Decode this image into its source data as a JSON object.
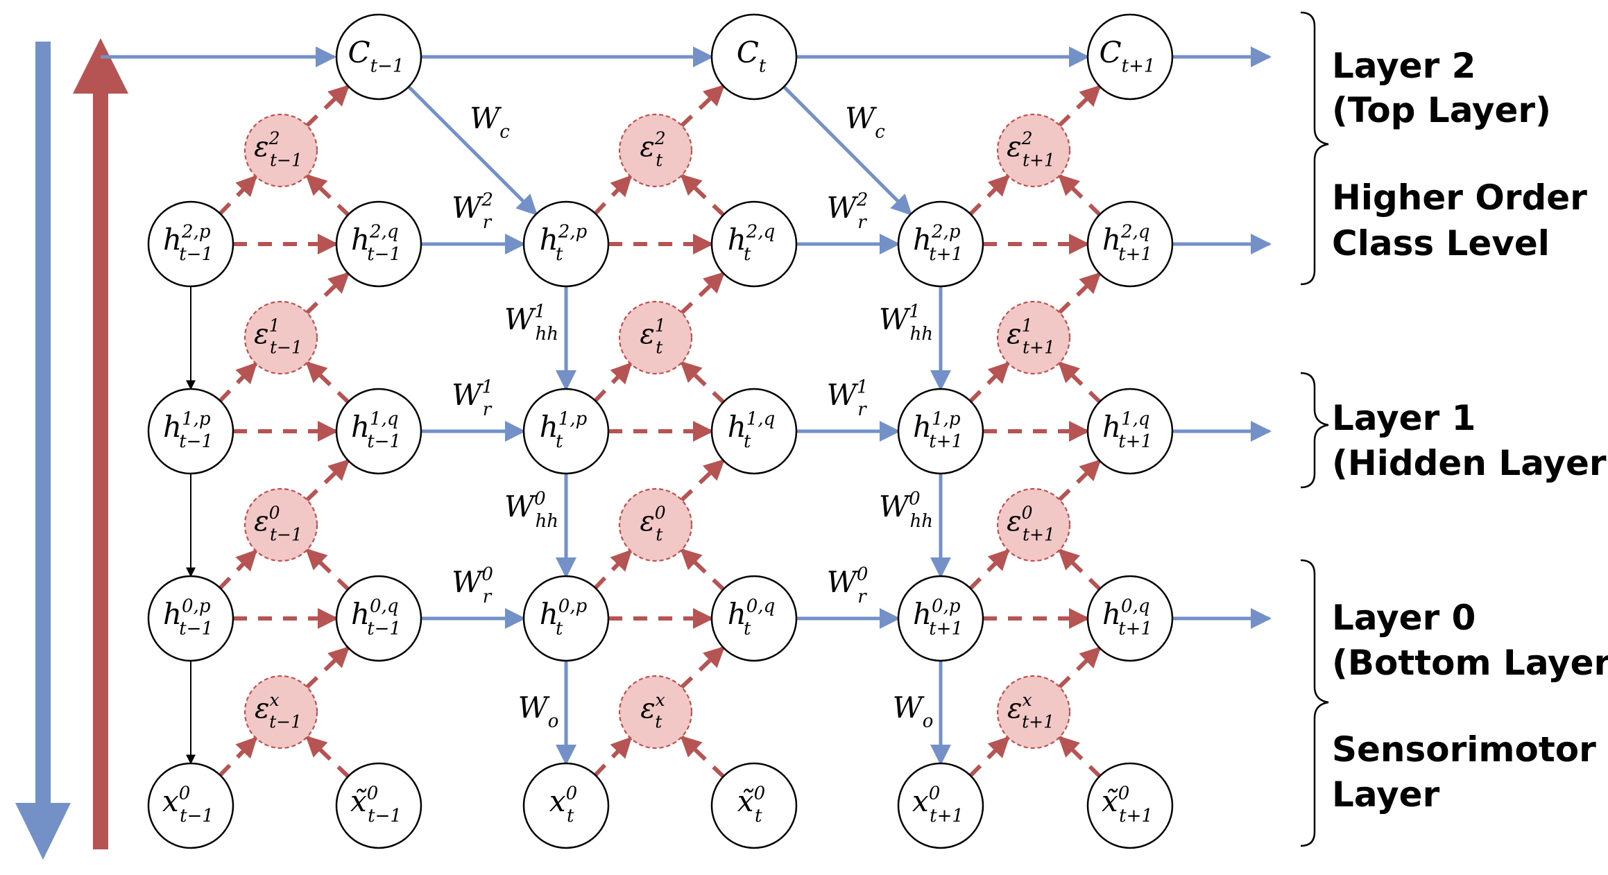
{
  "colors": {
    "forward": "#7391c6",
    "error": "#b55452",
    "error_fill": "#f2c8c6",
    "node_stroke": "#000000",
    "background": "#ffffff"
  },
  "columns": [
    "t-1",
    "t",
    "t+1"
  ],
  "class_nodes": [
    {
      "base": "C",
      "sub": "t−1"
    },
    {
      "base": "C",
      "sub": "t"
    },
    {
      "base": "C",
      "sub": "t+1"
    }
  ],
  "hidden_levels": [
    2,
    1,
    0
  ],
  "error_levels": [
    "2",
    "1",
    "0",
    "x"
  ],
  "time_subscripts": [
    "t−1",
    "t",
    "t+1"
  ],
  "weights": {
    "class_to_hidden": "W",
    "class_to_hidden_sub": "c",
    "recurrent": "W",
    "recurrent_sub": "r",
    "hierarchical": "W",
    "hierarchical_sub": "hh",
    "output": "W",
    "output_sub": "o"
  },
  "layers": [
    {
      "line1": "Layer 2",
      "line2": "(Top Layer)"
    },
    {
      "line1": "Higher Order",
      "line2": "Class Level"
    },
    {
      "line1": "Layer 1",
      "line2": "(Hidden Layer)"
    },
    {
      "line1": "Layer 0",
      "line2": "(Bottom Layer)"
    },
    {
      "line1": "Sensorimotor",
      "line2": "Layer"
    }
  ],
  "arrows": {
    "top_down": "forward",
    "bottom_up": "error"
  }
}
